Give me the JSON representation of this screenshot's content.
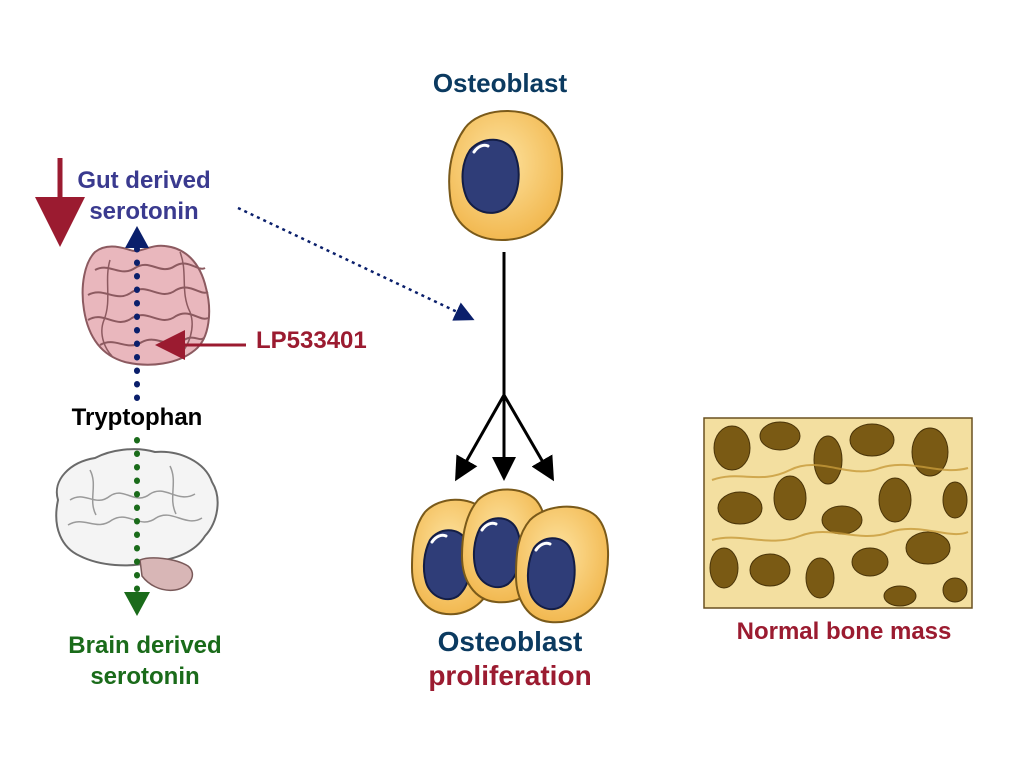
{
  "labels": {
    "osteoblast_top": "Osteoblast",
    "gut_line1": "Gut derived",
    "gut_line2": "serotonin",
    "inhibitor": "LP533401",
    "tryptophan": "Tryptophan",
    "brain_line1": "Brain derived",
    "brain_line2": "serotonin",
    "prolif_line1": "Osteoblast",
    "prolif_line2": "proliferation",
    "bone": "Normal bone mass"
  },
  "colors": {
    "navy": "#0b3a60",
    "purple_blue": "#3a3a8f",
    "dark_red": "#9b1b30",
    "green": "#1a6b1a",
    "dot_navy": "#0a1f6b",
    "cell_fill": "#f6c86a",
    "nucleus": "#2f3d78",
    "bone_fill": "#f3dfa0",
    "bone_hole": "#7a5a14"
  },
  "icons": {
    "gut": "intestine-icon",
    "brain": "brain-icon",
    "cell": "osteoblast-cell-icon",
    "bone": "trabecular-bone-icon"
  }
}
